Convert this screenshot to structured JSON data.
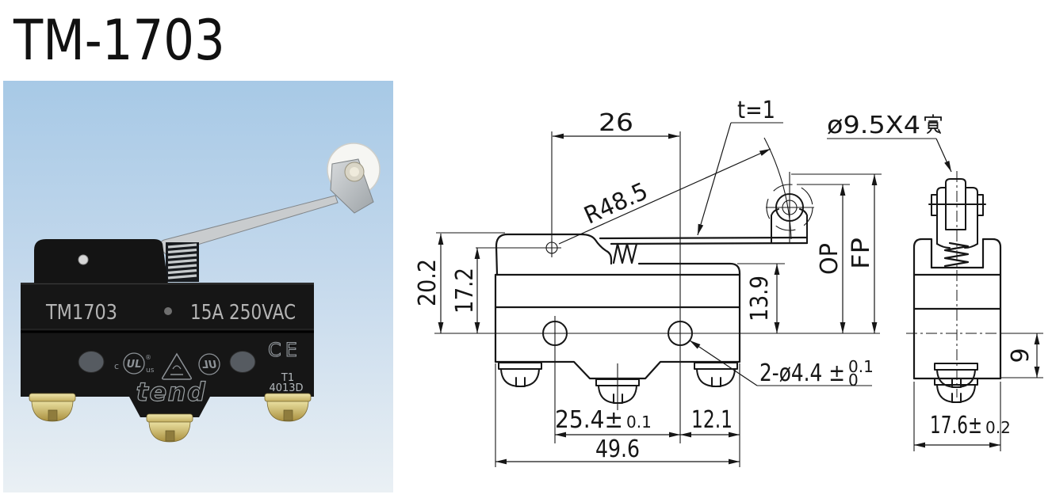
{
  "title": "TM-1703",
  "photo": {
    "model": "TM1703",
    "rating": "15A 250VAC",
    "ce": "CE",
    "type": "T1",
    "code": "4013D",
    "brand": "tend",
    "ul_c": "c",
    "ul": "UL",
    "ul_us": "us",
    "ul_reg": "®",
    "ul_mirrored": "UL",
    "cert_marks": [
      "cUL-us-recognized-mark",
      "triangle-safety-mark",
      "reverse-UL-mark",
      "CE-mark"
    ],
    "colors": {
      "sky_top": "#a7c9e6",
      "sky_mid": "#c3d8ec",
      "sky_bottom": "#eaf0f4",
      "body": "#161616",
      "brass": "#d8c67c",
      "label_text": "#b4b4b4",
      "engraving": "#8d9297"
    }
  },
  "drawing": {
    "line_color": "#161616",
    "dim_lever": "26",
    "dim_thickness": "t=1",
    "dim_roller": "ø9.5X4寬",
    "dim_roller_latin": "ø9.5X4",
    "dim_radius": "R48.5",
    "dim_total_height": "20.2",
    "dim_pivot_height": "17.2",
    "dim_step_height": "13.9",
    "dim_op": "OP",
    "dim_fp": "FP",
    "dim_hole_main": "2-ø4.4 ±",
    "dim_hole_tol_upper": "0.1",
    "dim_hole_tol_lower": "0",
    "dim_hole_pitch_main": "25.4±",
    "dim_hole_pitch_tol": "0.1",
    "dim_edge": "12.1",
    "dim_width": "49.6",
    "dim_terminal": "9",
    "dim_depth_main": "17.6±",
    "dim_depth_tol": "0.2"
  }
}
